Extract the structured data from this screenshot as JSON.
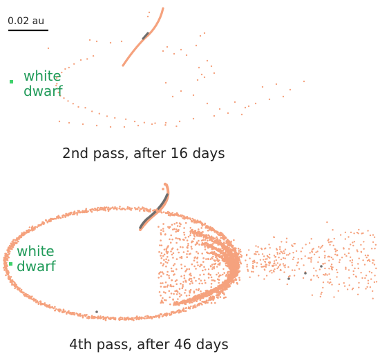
{
  "scale_bar": {
    "label": "0.02 au"
  },
  "panels": [
    {
      "caption": "2nd pass, after 16 days",
      "white_dwarf_label": [
        "white",
        "dwarf"
      ]
    },
    {
      "caption": "4th pass, after 46 days",
      "white_dwarf_label": [
        "white",
        "dwarf"
      ]
    }
  ],
  "colors": {
    "debris": "#f5a27e",
    "debris_dark": "#6e6e6e",
    "white_dwarf": "#3fd16b",
    "white_dwarf_label": "#1f9a58",
    "text": "#222222"
  }
}
